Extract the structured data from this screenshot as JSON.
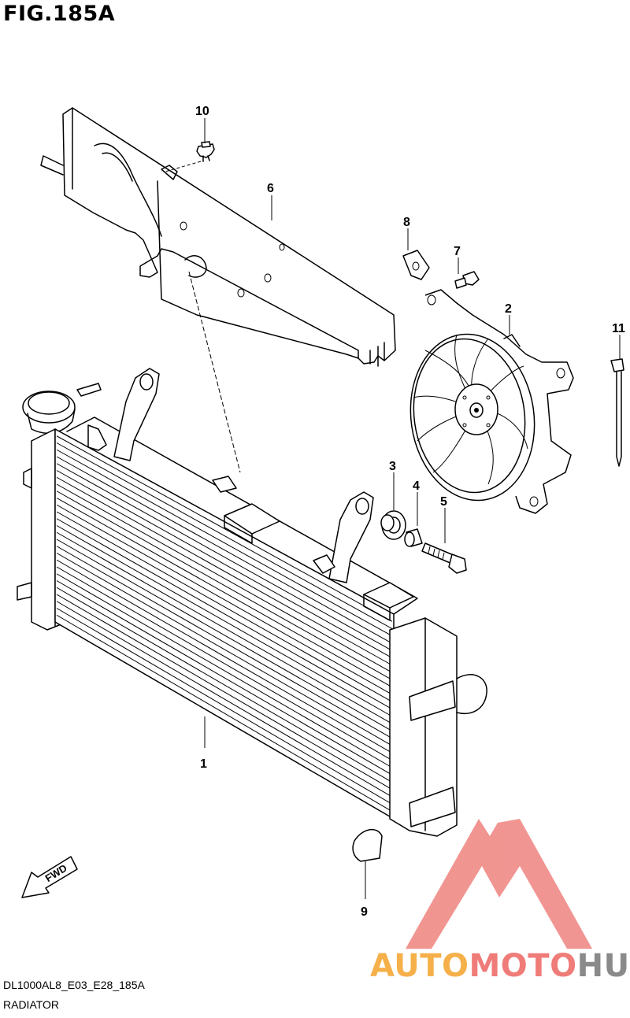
{
  "figure": {
    "title": "FIG.185A",
    "code": "DL1000AL8_E03_E28_185A",
    "name": "RADIATOR"
  },
  "callouts": [
    "1",
    "2",
    "3",
    "4",
    "5",
    "6",
    "7",
    "8",
    "9",
    "10",
    "11"
  ],
  "direction_label": "FWD",
  "watermark": {
    "part1": "AUTO",
    "part2": "MOTO",
    "part3": "HUB",
    "colors": {
      "auto": "#f6b04a",
      "moto": "#ef7c78",
      "hub": "#8a8a8a",
      "logo": "#f08a86"
    }
  }
}
